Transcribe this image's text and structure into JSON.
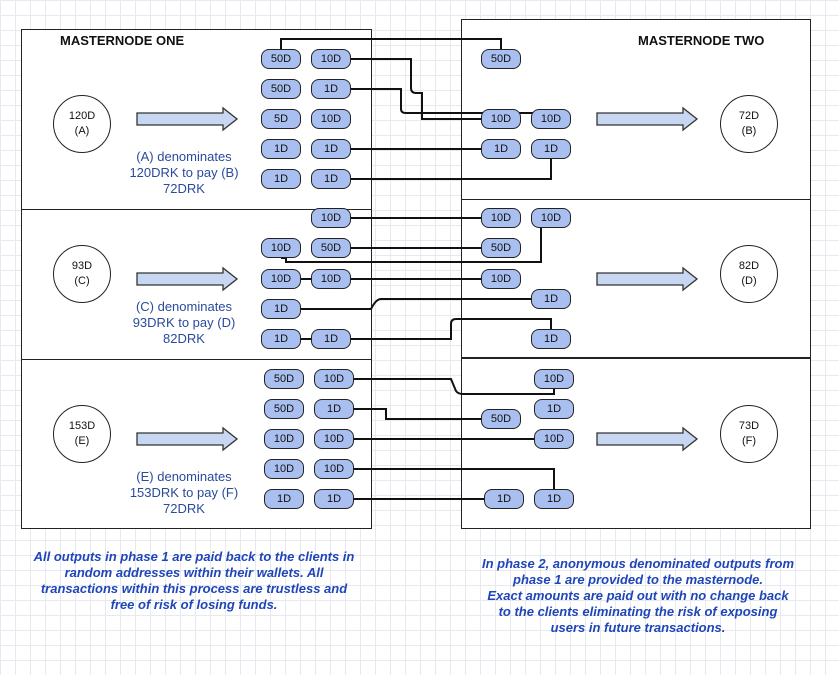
{
  "titles": {
    "left": "MASTERNODE ONE",
    "right": "MASTERNODE TWO"
  },
  "clients": [
    {
      "amount": "120D",
      "label": "(A)",
      "desc": [
        "(A) denominates",
        "120DRK to pay (B)",
        "72DRK"
      ]
    },
    {
      "amount": "93D",
      "label": "(C)",
      "desc": [
        "(C) denominates",
        "93DRK to pay (D)",
        "82DRK"
      ]
    },
    {
      "amount": "153D",
      "label": "(E)",
      "desc": [
        "(E) denominates",
        "153DRK to pay (F)",
        "72DRK"
      ]
    }
  ],
  "payees": [
    {
      "amount": "72D",
      "label": "(B)"
    },
    {
      "amount": "82D",
      "label": "(D)"
    },
    {
      "amount": "73D",
      "label": "(F)"
    }
  ],
  "left_pills": [
    {
      "a": "50D",
      "b": "10D"
    },
    {
      "a": "50D",
      "b": "1D"
    },
    {
      "a": "5D",
      "b": "10D"
    },
    {
      "a": "1D",
      "b": "1D"
    },
    {
      "a": "1D",
      "b": "1D"
    },
    {
      "a": null,
      "b": "10D"
    },
    {
      "a": "10D",
      "b": "50D"
    },
    {
      "a": "10D",
      "b": "10D"
    },
    {
      "a": "1D",
      "b": null
    },
    {
      "a": "1D",
      "b": "1D"
    },
    {
      "a": "50D",
      "b": "10D"
    },
    {
      "a": "50D",
      "b": "1D"
    },
    {
      "a": "10D",
      "b": "10D"
    },
    {
      "a": "10D",
      "b": "10D"
    },
    {
      "a": "1D",
      "b": "1D"
    }
  ],
  "right_pills": [
    "50D",
    "10D",
    "10D",
    "1D",
    "1D",
    "10D",
    "10D",
    "50D",
    "10D",
    "1D",
    "1D",
    "10D",
    "1D",
    "50D",
    "10D",
    "1D",
    "1D"
  ],
  "notes": {
    "left": [
      "All outputs in phase 1 are paid back to the clients in",
      "random addresses within their wallets. All",
      "transactions within this process are trustless and",
      "free of risk of losing funds."
    ],
    "right": [
      "In phase 2, anonymous denominated outputs from",
      "phase 1 are provided to the masternode.",
      "Exact amounts are paid out with no change back",
      "to the clients eliminating the risk of exposing",
      "users in future transactions."
    ]
  }
}
